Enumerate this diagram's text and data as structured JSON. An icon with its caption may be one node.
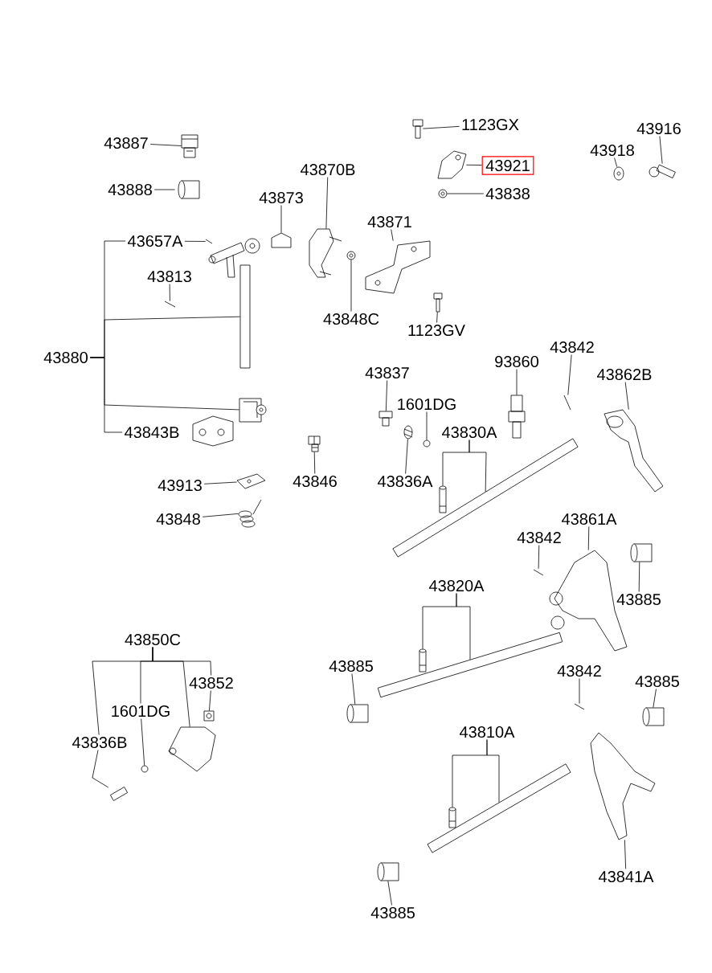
{
  "diagram": {
    "nodes": [
      {
        "text": [
          "1123GX"
        ]
      },
      {
        "text": [
          "43916"
        ]
      },
      {
        "text": [
          "43887"
        ]
      },
      {
        "text": [
          "43918"
        ]
      },
      {
        "text": [
          "43921"
        ]
      },
      {
        "text": [
          "43870B"
        ]
      },
      {
        "text": [
          "43888"
        ]
      },
      {
        "text": [
          "43838"
        ]
      },
      {
        "text": [
          "43873"
        ]
      },
      {
        "text": [
          "43871"
        ]
      },
      {
        "text": [
          "43657A"
        ]
      },
      {
        "text": [
          "43813"
        ]
      },
      {
        "text": [
          "43848C"
        ]
      },
      {
        "text": [
          "1123GV"
        ]
      },
      {
        "text": [
          "43842"
        ]
      },
      {
        "text": [
          "43880"
        ]
      },
      {
        "text": [
          "93860"
        ]
      },
      {
        "text": [
          "43837"
        ]
      },
      {
        "text": [
          "43862B"
        ]
      },
      {
        "text": [
          "1601DG"
        ]
      },
      {
        "text": [
          "43830A"
        ]
      },
      {
        "text": [
          "43843B"
        ]
      },
      {
        "text": [
          "43836A"
        ]
      },
      {
        "text": [
          "43846"
        ]
      },
      {
        "text": [
          "43913"
        ]
      },
      {
        "text": [
          "43861A"
        ]
      },
      {
        "text": [
          "43848"
        ]
      },
      {
        "text": [
          "43842"
        ]
      },
      {
        "text": [
          "43820A"
        ]
      },
      {
        "text": [
          "43885"
        ]
      },
      {
        "text": [
          "43850C"
        ]
      },
      {
        "text": [
          "43885"
        ]
      },
      {
        "text": [
          "43842"
        ]
      },
      {
        "text": [
          "43885"
        ]
      },
      {
        "text": [
          "43852"
        ]
      },
      {
        "text": [
          "1601DG"
        ]
      },
      {
        "text": [
          "43810A"
        ]
      },
      {
        "text": [
          "43836B"
        ]
      },
      {
        "text": [
          "43841A"
        ]
      },
      {
        "text": [
          "43885"
        ]
      },
      {
        "text": [],
        "shape": "picture"
      },
      {
        "text": [],
        "shape": "picture"
      },
      {
        "text": [],
        "shape": "picture"
      },
      {
        "text": [],
        "shape": "picture"
      },
      {
        "text": [],
        "shape": "picture"
      },
      {
        "text": [],
        "shape": "picture"
      },
      {
        "text": [],
        "shape": "cylinder"
      },
      {
        "text": [],
        "shape": "picture"
      },
      {
        "text": [],
        "shape": "picture"
      },
      {
        "text": [],
        "shape": "picture"
      },
      {
        "text": [],
        "shape": "picture"
      },
      {
        "text": [],
        "shape": "picture"
      },
      {
        "text": [],
        "shape": "picture"
      },
      {
        "text": [],
        "shape": "picture"
      },
      {
        "text": [],
        "shape": "picture"
      },
      {
        "text": [],
        "shape": "bar"
      },
      {
        "text": [],
        "shape": "picture"
      },
      {
        "text": [],
        "shape": "picture"
      },
      {
        "text": [],
        "shape": "picture"
      },
      {
        "text": [],
        "shape": "picture"
      },
      {
        "text": [],
        "shape": "circle"
      },
      {
        "text": [],
        "shape": "picture"
      },
      {
        "text": [],
        "shape": "bar"
      },
      {
        "text": [],
        "shape": "picture"
      },
      {
        "text": [],
        "shape": "bar"
      },
      {
        "text": [],
        "shape": "picture"
      },
      {
        "text": [],
        "shape": "picture"
      },
      {
        "text": [],
        "shape": "picture"
      },
      {
        "text": [],
        "shape": "picture"
      },
      {
        "text": [],
        "shape": "picture"
      },
      {
        "text": [],
        "shape": "picture"
      },
      {
        "text": [],
        "shape": "cylinder"
      },
      {
        "text": [],
        "shape": "picture"
      },
      {
        "text": [],
        "shape": "cylinder"
      },
      {
        "text": [],
        "shape": "picture"
      },
      {
        "text": [],
        "shape": "cylinder"
      },
      {
        "text": [],
        "shape": "picture"
      },
      {
        "text": [],
        "shape": "circle"
      },
      {
        "text": [],
        "shape": "picture"
      },
      {
        "text": [],
        "shape": "bar"
      },
      {
        "text": [],
        "shape": "picture"
      },
      {
        "text": [],
        "shape": "picture"
      },
      {
        "text": [],
        "shape": "cylinder"
      }
    ],
    "edges": [
      {
        "from": 0,
        "to": 40,
        "arrow": "none"
      },
      {
        "from": 1,
        "to": 41,
        "arrow": "none"
      },
      {
        "from": 2,
        "to": 42,
        "arrow": "none"
      },
      {
        "from": 3,
        "to": 43,
        "arrow": "none"
      },
      {
        "from": 4,
        "to": 44,
        "arrow": "none"
      },
      {
        "from": 5,
        "to": 45,
        "arrow": "none"
      },
      {
        "from": 6,
        "to": 46,
        "arrow": "none"
      },
      {
        "from": 7,
        "to": 47,
        "arrow": "none"
      },
      {
        "from": 8,
        "to": 48,
        "arrow": "none"
      },
      {
        "from": 9,
        "to": 49,
        "arrow": "none"
      },
      {
        "from": 10,
        "to": 50,
        "arrow": "none"
      },
      {
        "from": 11,
        "to": 51,
        "arrow": "none"
      },
      {
        "from": 12,
        "to": 52,
        "arrow": "none"
      },
      {
        "from": 13,
        "to": 53,
        "arrow": "none"
      },
      {
        "from": 14,
        "to": 54,
        "arrow": "none"
      },
      {
        "from": 15,
        "to": 10,
        "arrow": "none"
      },
      {
        "from": 15,
        "to": 55,
        "arrow": "none"
      },
      {
        "from": 15,
        "to": 56,
        "arrow": "none"
      },
      {
        "from": 15,
        "to": 21,
        "arrow": "none"
      },
      {
        "from": 16,
        "to": 57,
        "arrow": "none"
      },
      {
        "from": 17,
        "to": 58,
        "arrow": "none"
      },
      {
        "from": 18,
        "to": 59,
        "arrow": "none"
      },
      {
        "from": 19,
        "to": 60,
        "arrow": "none"
      },
      {
        "from": 20,
        "to": 61,
        "arrow": "none"
      },
      {
        "from": 20,
        "to": 62,
        "arrow": "none"
      },
      {
        "from": 22,
        "to": 65,
        "arrow": "none"
      },
      {
        "from": 23,
        "to": 66,
        "arrow": "none"
      },
      {
        "from": 24,
        "to": 67,
        "arrow": "none"
      },
      {
        "from": 25,
        "to": 68,
        "arrow": "none"
      },
      {
        "from": 26,
        "to": 69,
        "arrow": "none"
      },
      {
        "from": 27,
        "to": 70,
        "arrow": "none"
      },
      {
        "from": 28,
        "to": 63,
        "arrow": "none"
      },
      {
        "from": 28,
        "to": 64,
        "arrow": "none"
      },
      {
        "from": 29,
        "to": 71,
        "arrow": "none"
      },
      {
        "from": 30,
        "to": 37,
        "arrow": "none"
      },
      {
        "from": 30,
        "to": 35,
        "arrow": "none"
      },
      {
        "from": 30,
        "to": 72,
        "arrow": "none"
      },
      {
        "from": 30,
        "to": 34,
        "arrow": "none"
      },
      {
        "from": 31,
        "to": 73,
        "arrow": "none"
      },
      {
        "from": 32,
        "to": 74,
        "arrow": "none"
      },
      {
        "from": 33,
        "to": 75,
        "arrow": "none"
      },
      {
        "from": 34,
        "to": 76,
        "arrow": "none"
      },
      {
        "from": 35,
        "to": 77,
        "arrow": "none"
      },
      {
        "from": 36,
        "to": 78,
        "arrow": "none"
      },
      {
        "from": 36,
        "to": 79,
        "arrow": "none"
      },
      {
        "from": 37,
        "to": 80,
        "arrow": "none"
      },
      {
        "from": 38,
        "to": 81,
        "arrow": "none"
      },
      {
        "from": 39,
        "to": 82,
        "arrow": "none"
      }
    ]
  }
}
